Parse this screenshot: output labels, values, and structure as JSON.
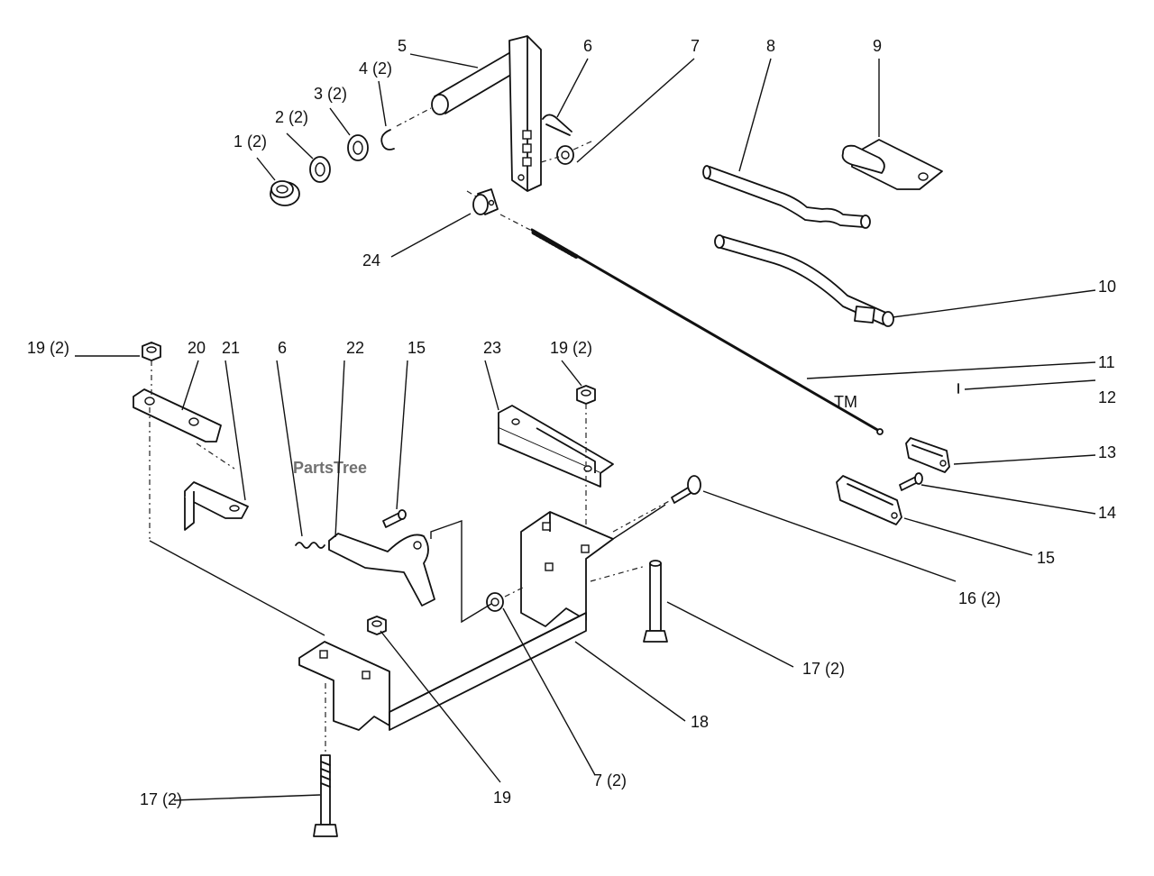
{
  "watermark": {
    "brand": "PartsTree",
    "trademark": "TM"
  },
  "callouts": {
    "c1": "1 (2)",
    "c2": "2 (2)",
    "c3": "3 (2)",
    "c4": "4 (2)",
    "c5": "5",
    "c6": "6",
    "c7": "7",
    "c8": "8",
    "c9": "9",
    "c10": "10",
    "c11": "11",
    "c12": "12",
    "c13": "13",
    "c14": "14",
    "c15a": "15",
    "c15b": "15",
    "c16": "16 (2)",
    "c17a": "17 (2)",
    "c17b": "17 (2)",
    "c18": "18",
    "c19a": "19 (2)",
    "c19b": "19 (2)",
    "c19c": "19",
    "c20": "20",
    "c21": "21",
    "c6b": "6",
    "c22": "22",
    "c23": "23",
    "c24": "24",
    "c7b": "7 (2)"
  }
}
